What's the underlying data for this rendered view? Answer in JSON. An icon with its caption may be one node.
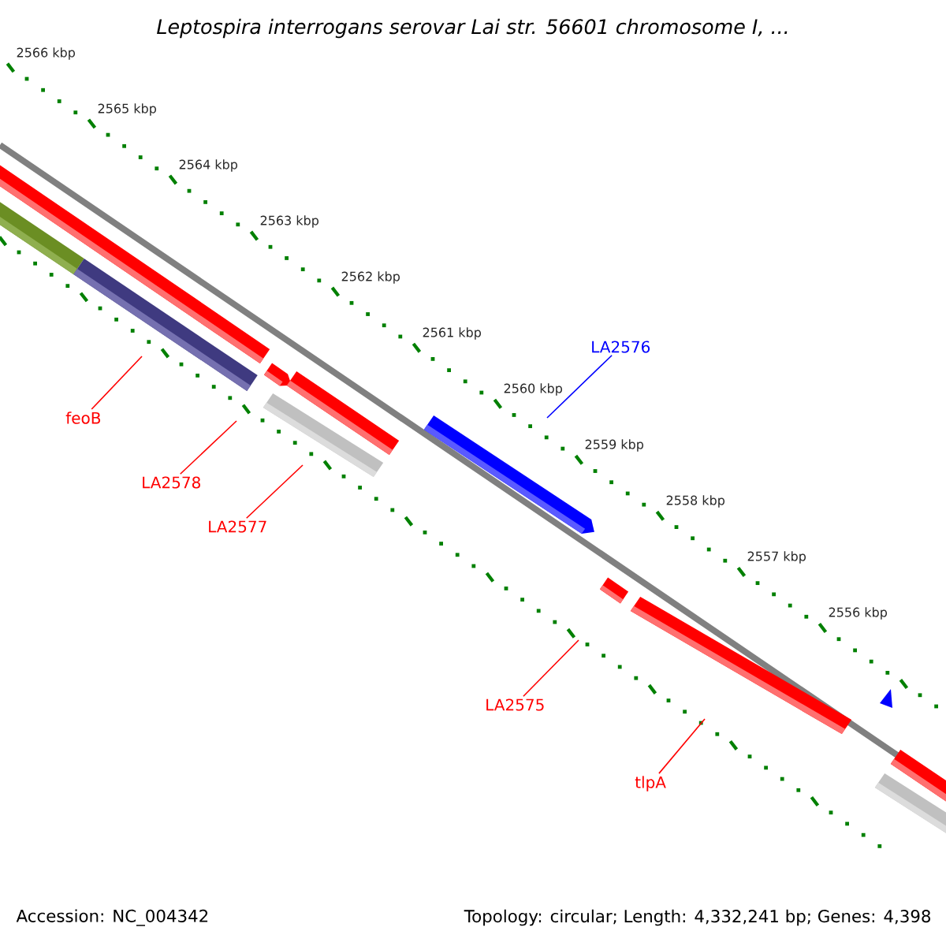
{
  "diagram": {
    "title": "Leptospira interrogans serovar Lai str. 56601 chromosome I, ...",
    "nodes": [
      {
        "text": [
          "feoB"
        ]
      },
      {
        "text": [
          "LA2578"
        ]
      },
      {
        "text": [
          "LA2577"
        ]
      },
      {
        "text": [
          "LA2576"
        ]
      },
      {
        "text": [
          "LA2575"
        ]
      },
      {
        "text": [
          "tlpA"
        ]
      }
    ],
    "edges": [
      {
        "from": 0,
        "to": null,
        "arrow": "none"
      },
      {
        "from": 1,
        "to": null,
        "arrow": "none"
      },
      {
        "from": 2,
        "to": null,
        "arrow": "none"
      },
      {
        "from": 3,
        "to": null,
        "arrow": "none",
        "color": "#0000ff"
      },
      {
        "from": 4,
        "to": null,
        "arrow": "none"
      },
      {
        "from": 5,
        "to": null,
        "arrow": "none"
      }
    ],
    "labels": [
      "2566 kbp",
      "2565 kbp",
      "2564 kbp",
      "2563 kbp",
      "2562 kbp",
      "2561 kbp",
      "2560 kbp",
      "2559 kbp",
      "2558 kbp",
      "2557 kbp",
      "2556 kbp",
      "Accession: NC_004342",
      "Topology: circular; Length: 4,332,241 bp; Genes: 4,398"
    ]
  }
}
